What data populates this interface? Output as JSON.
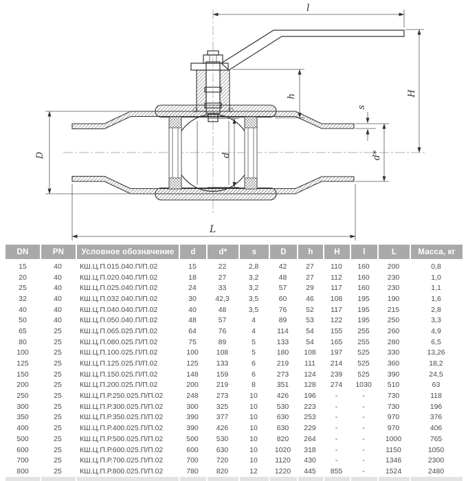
{
  "drawing": {
    "labels": {
      "l": "l",
      "H": "H",
      "h": "h",
      "s": "s",
      "D": "D",
      "d": "d",
      "d_star": "d*",
      "L": "L"
    }
  },
  "table": {
    "headers": [
      "DN",
      "PN",
      "Условное обозначение",
      "d",
      "d*",
      "s",
      "D",
      "h",
      "H",
      "l",
      "L",
      "Масса, кг"
    ],
    "rows": [
      [
        "15",
        "40",
        "КШ.Ц.П.015.040.П/П.02",
        "15",
        "22",
        "2,8",
        "42",
        "27",
        "110",
        "160",
        "200",
        "0,8"
      ],
      [
        "20",
        "40",
        "КШ.Ц.П.020.040.П/П.02",
        "18",
        "27",
        "3,2",
        "48",
        "27",
        "112",
        "160",
        "230",
        "1,0"
      ],
      [
        "25",
        "40",
        "КШ.Ц.П.025.040.П/П.02",
        "24",
        "33",
        "3,2",
        "57",
        "29",
        "117",
        "160",
        "230",
        "1,1"
      ],
      [
        "32",
        "40",
        "КШ.Ц.П.032.040.П/П.02",
        "30",
        "42,3",
        "3,5",
        "60",
        "46",
        "108",
        "195",
        "190",
        "1,6"
      ],
      [
        "40",
        "40",
        "КШ.Ц.П.040.040.П/П.02",
        "40",
        "48",
        "3,5",
        "76",
        "52",
        "117",
        "195",
        "215",
        "2,8"
      ],
      [
        "50",
        "40",
        "КШ.Ц.П.050.040.П/П.02",
        "48",
        "57",
        "4",
        "89",
        "53",
        "122",
        "195",
        "250",
        "3,3"
      ],
      [
        "65",
        "25",
        "КШ.Ц.П.065.025.П/П.02",
        "64",
        "76",
        "4",
        "114",
        "54",
        "155",
        "255",
        "260",
        "4,9"
      ],
      [
        "80",
        "25",
        "КШ.Ц.П.080.025.П/П.02",
        "75",
        "89",
        "5",
        "133",
        "54",
        "165",
        "255",
        "280",
        "6,5"
      ],
      [
        "100",
        "25",
        "КШ.Ц.П.100.025.П/П.02",
        "100",
        "108",
        "5",
        "180",
        "108",
        "197",
        "525",
        "330",
        "13,26"
      ],
      [
        "125",
        "25",
        "КШ.Ц.П.125.025.П/П.02",
        "125",
        "133",
        "6",
        "219",
        "111",
        "214",
        "525",
        "360",
        "18,2"
      ],
      [
        "150",
        "25",
        "КШ.Ц.П.150.025.П/П.02",
        "148",
        "159",
        "6",
        "273",
        "124",
        "239",
        "525",
        "390",
        "24,5"
      ],
      [
        "200",
        "25",
        "КШ.Ц.П.200.025.П/П.02",
        "200",
        "219",
        "8",
        "351",
        "128",
        "274",
        "1030",
        "510",
        "63"
      ],
      [
        "250",
        "25",
        "КШ.Ц.П.Р.250.025.П/П.02",
        "248",
        "273",
        "10",
        "426",
        "196",
        "-",
        "-",
        "730",
        "118"
      ],
      [
        "300",
        "25",
        "КШ.Ц.П.Р.300.025.П/П.02",
        "300",
        "325",
        "10",
        "530",
        "223",
        "-",
        "-",
        "730",
        "196"
      ],
      [
        "350",
        "25",
        "КШ.Ц.П.Р.350.025.П/П.02",
        "390",
        "377",
        "10",
        "630",
        "253",
        "-",
        "-",
        "970",
        "376"
      ],
      [
        "400",
        "25",
        "КШ.Ц.П.Р.400.025.П/П.02",
        "390",
        "426",
        "10",
        "630",
        "229",
        "-",
        "-",
        "970",
        "406"
      ],
      [
        "500",
        "25",
        "КШ.Ц.П.Р.500.025.П/П.02",
        "500",
        "530",
        "10",
        "820",
        "264",
        "-",
        "-",
        "1000",
        "765"
      ],
      [
        "600",
        "25",
        "КШ.Ц.П.Р.600.025.П/П.02",
        "600",
        "630",
        "10",
        "1020",
        "318",
        "-",
        "-",
        "1150",
        "1050"
      ],
      [
        "700",
        "25",
        "КШ.Ц.П.Р.700.025.П/П.02",
        "700",
        "720",
        "10",
        "1120",
        "430",
        "-",
        "-",
        "1346",
        "2300"
      ],
      [
        "800",
        "25",
        "КШ.Ц.П.Р.800.025.П/П.02",
        "780",
        "820",
        "12",
        "1220",
        "445",
        "855",
        "-",
        "1524",
        "2480"
      ]
    ]
  },
  "colors": {
    "header_bg": "#a9a9a9",
    "header_text": "#ffffff",
    "row_text": "#4a4a4a",
    "line": "#333333"
  }
}
